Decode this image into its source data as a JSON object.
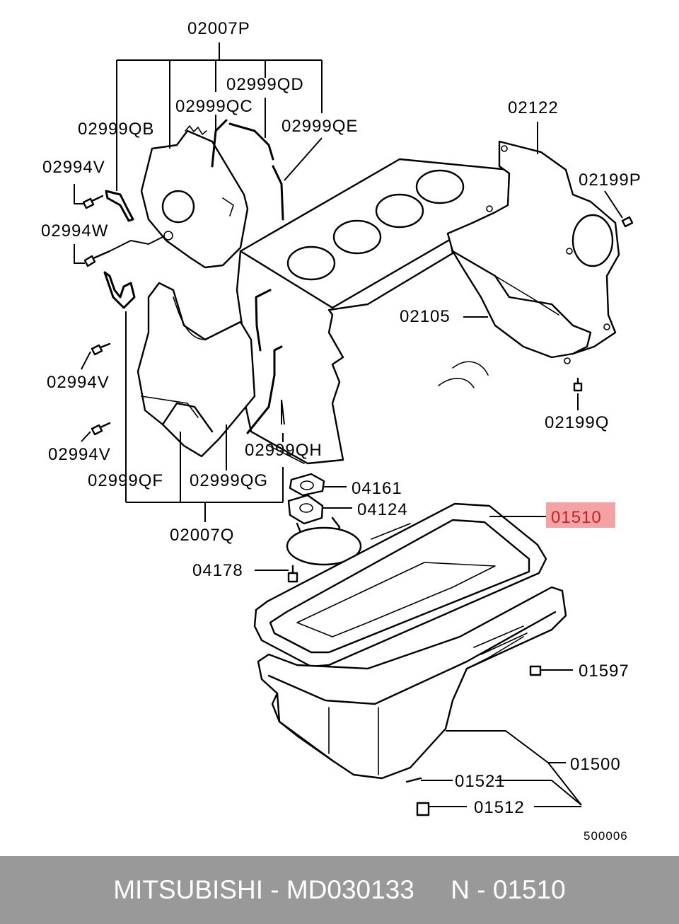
{
  "labels": {
    "l_02007P": "02007P",
    "l_02999QD": "02999QD",
    "l_02999QC": "02999QC",
    "l_02999QB": "02999QB",
    "l_02999QE": "02999QE",
    "l_02122": "02122",
    "l_02994V_a": "02994V",
    "l_02199P": "02199P",
    "l_02994W": "02994W",
    "l_02105": "02105",
    "l_02994V_b": "02994V",
    "l_02199Q": "02199Q",
    "l_02994V_c": "02994V",
    "l_02999QH": "02999QH",
    "l_02999QF": "02999QF",
    "l_02999QG": "02999QG",
    "l_04161": "04161",
    "l_04124": "04124",
    "l_01510": "01510",
    "l_02007Q": "02007Q",
    "l_04178": "04178",
    "l_01597": "01597",
    "l_01500": "01500",
    "l_01521": "01521",
    "l_01512": "01512"
  },
  "figure_number": "500006",
  "highlight": {
    "part": "01510",
    "color": "#f3a3a3"
  },
  "footer": {
    "text": "MITSUBISHI - MD030133     N - 01510",
    "background": "#999999",
    "color": "#ffffff"
  }
}
